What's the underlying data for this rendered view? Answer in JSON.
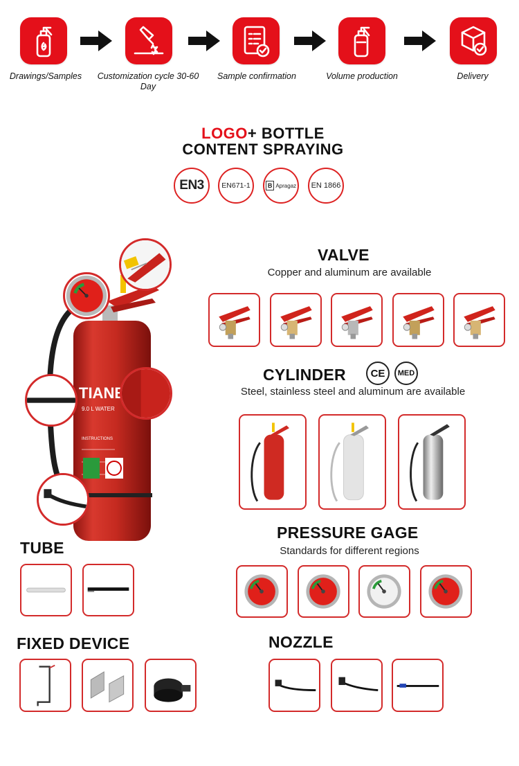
{
  "process": {
    "steps": [
      {
        "label": "Drawings/Samples",
        "icon": "extinguisher-drawing-icon"
      },
      {
        "label": "Customization cycle 30-60 Day",
        "icon": "spray-nozzle-icon"
      },
      {
        "label": "Sample confirmation",
        "icon": "checklist-icon"
      },
      {
        "label": "Volume production",
        "icon": "extinguisher-icon"
      },
      {
        "label": "Delivery",
        "icon": "delivery-box-icon"
      }
    ],
    "accent": "#e4101a"
  },
  "headline": {
    "logo": "LOGO",
    "line1_rest": "+ BOTTLE",
    "line2": "CONTENT SPRAYING"
  },
  "certifications": [
    "EN3",
    "EN671-1",
    "Apragaz",
    "EN 1866"
  ],
  "product": {
    "brand": "TIANB",
    "capacity": "9.0 L WATER",
    "instructions": "INSTRUCTIONS",
    "body_color": "#c8231d"
  },
  "valve": {
    "title": "VALVE",
    "subtitle": "Copper and aluminum are available"
  },
  "cylinder": {
    "title": "CYLINDER",
    "badges": [
      "CE",
      "MED"
    ],
    "subtitle": "Steel, stainless steel and aluminum are available"
  },
  "pressure_gage": {
    "title": "PRESSURE GAGE",
    "subtitle": "Standards for different regions"
  },
  "tube": {
    "title": "TUBE"
  },
  "fixed_device": {
    "title": "FIXED DEVICE"
  },
  "nozzle": {
    "title": "NOZZLE"
  }
}
